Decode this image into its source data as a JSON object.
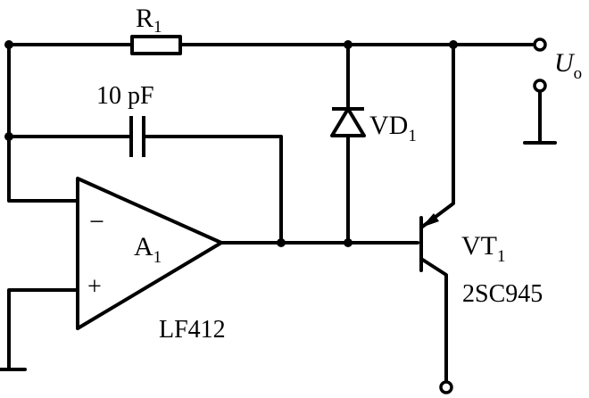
{
  "diagram": {
    "resistor": {
      "name": "R",
      "sub": "1"
    },
    "capacitor": {
      "value": "10 pF"
    },
    "diode": {
      "name": "VD",
      "sub": "1"
    },
    "output": {
      "name": "U",
      "sub": "o"
    },
    "opamp": {
      "name": "A",
      "sub": "1",
      "minus": "−",
      "plus": "+",
      "part": "LF412"
    },
    "transistor": {
      "name": "VT",
      "sub": "1",
      "part": "2SC945"
    }
  }
}
